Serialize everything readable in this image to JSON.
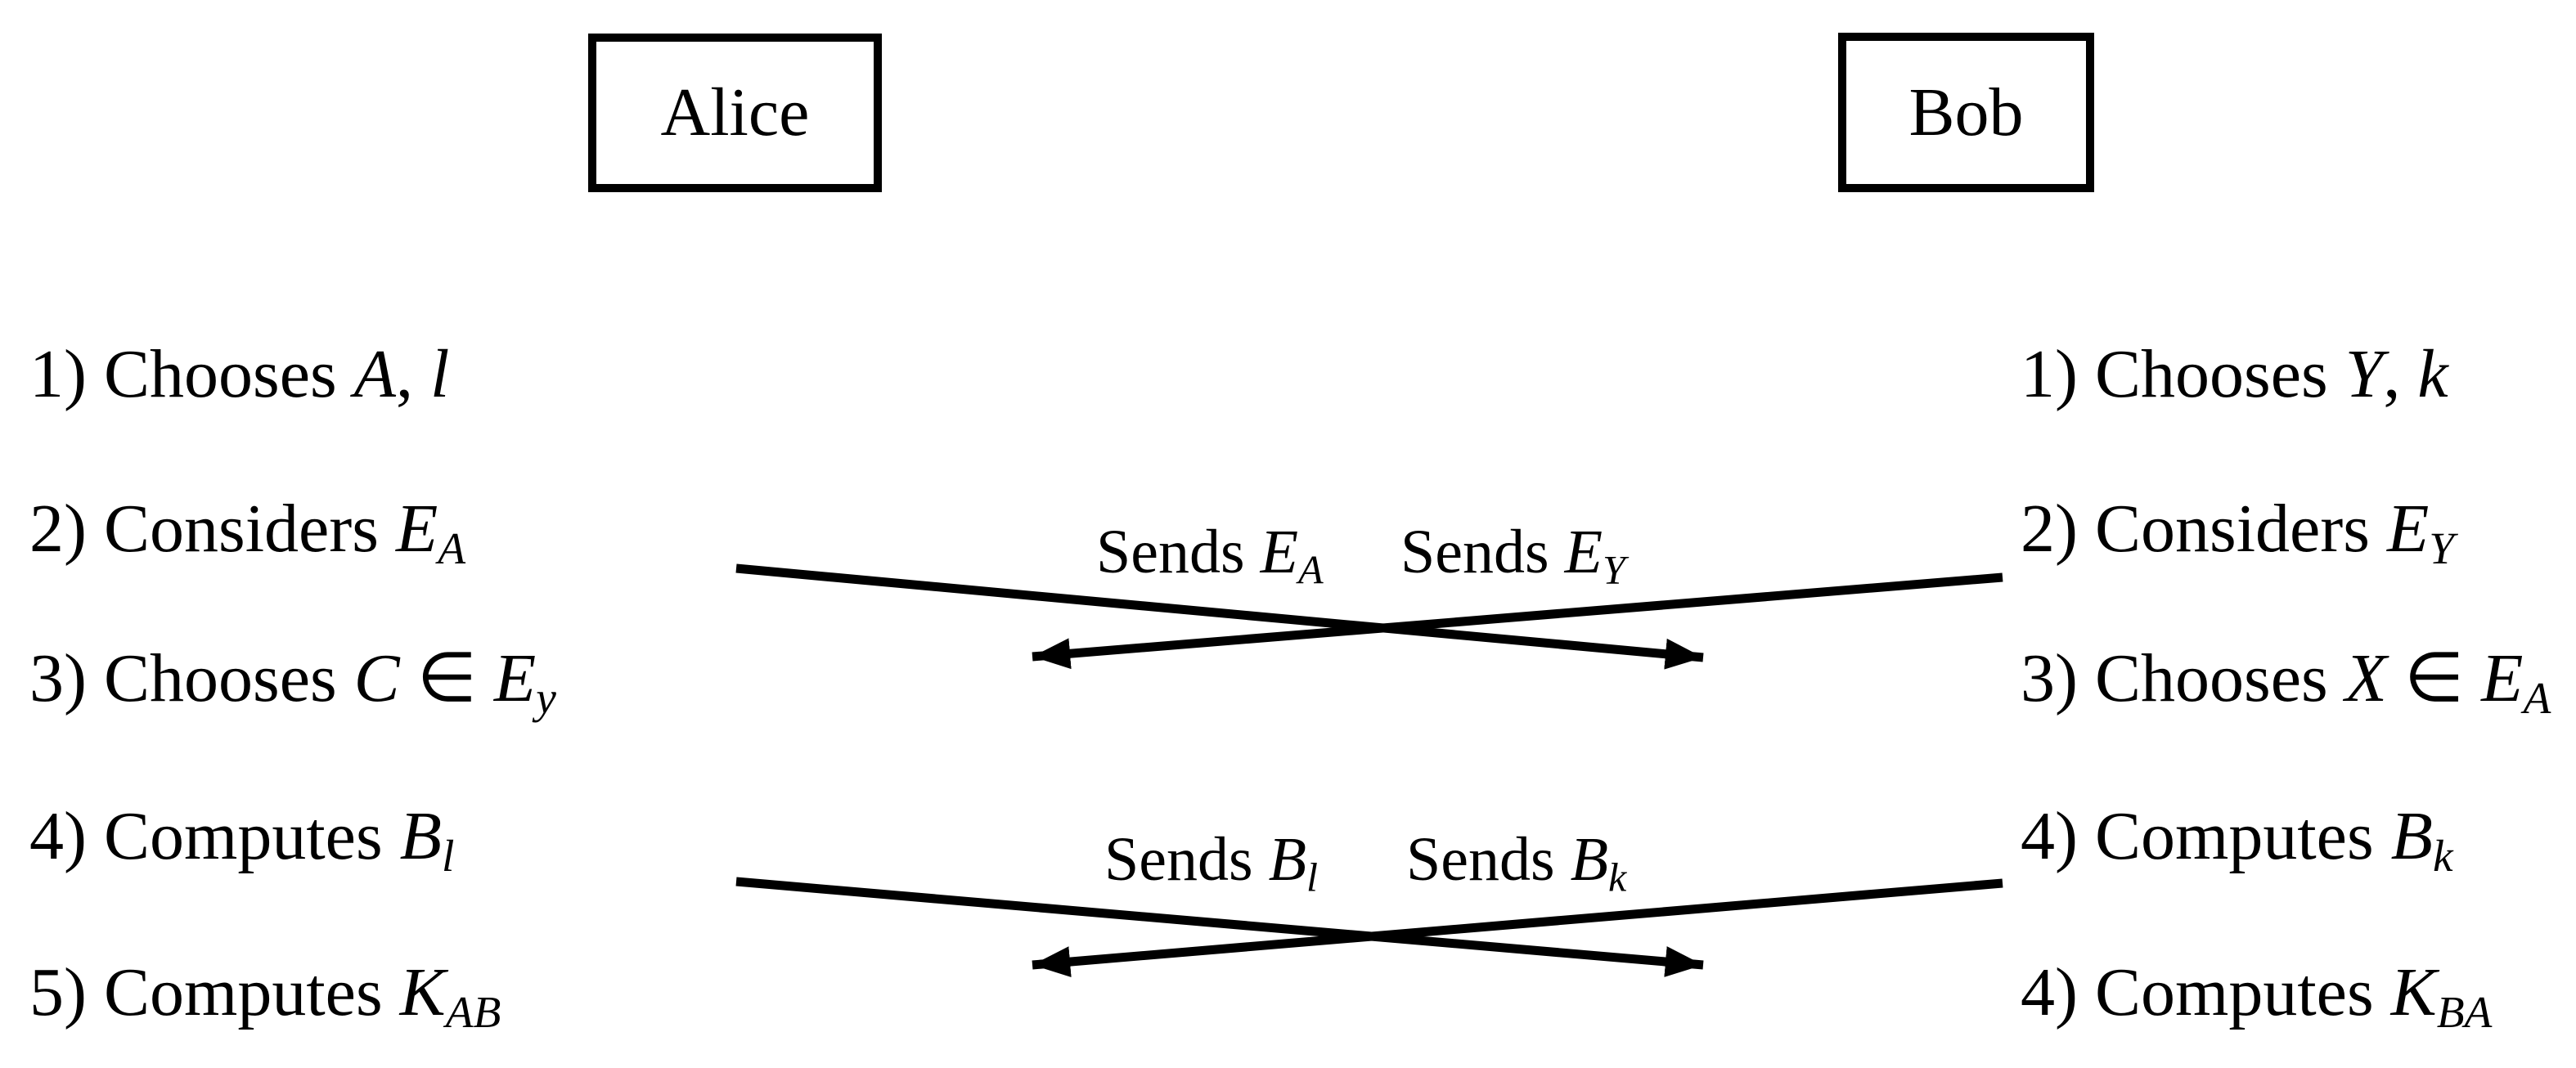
{
  "colors": {
    "ink": "#000000",
    "paper": "#ffffff"
  },
  "boxes": {
    "alice": "Alice",
    "bob": "Bob"
  },
  "left_steps": [
    {
      "segs": [
        [
          "1) Chooses ",
          "p"
        ],
        [
          "A",
          "i"
        ],
        [
          ", ",
          "p"
        ],
        [
          "l",
          "i"
        ]
      ]
    },
    {
      "segs": [
        [
          "2) Considers ",
          "p"
        ],
        [
          "E",
          "i"
        ],
        [
          "A",
          "is"
        ]
      ]
    },
    {
      "segs": [
        [
          "3) Chooses ",
          "p"
        ],
        [
          "C",
          "i"
        ],
        [
          " ∈ ",
          "p"
        ],
        [
          "E",
          "i"
        ],
        [
          "y",
          "is"
        ]
      ]
    },
    {
      "segs": [
        [
          "4) Computes ",
          "p"
        ],
        [
          "B",
          "i"
        ],
        [
          "l",
          "is"
        ]
      ]
    },
    {
      "segs": [
        [
          "5) Computes ",
          "p"
        ],
        [
          "K",
          "i"
        ],
        [
          "AB",
          "is"
        ]
      ]
    }
  ],
  "right_steps": [
    {
      "segs": [
        [
          "1) Chooses ",
          "p"
        ],
        [
          "Y",
          "i"
        ],
        [
          ", ",
          "p"
        ],
        [
          "k",
          "i"
        ]
      ]
    },
    {
      "segs": [
        [
          "2) Considers ",
          "p"
        ],
        [
          "E",
          "i"
        ],
        [
          "Y",
          "is"
        ]
      ]
    },
    {
      "segs": [
        [
          "3) Chooses ",
          "p"
        ],
        [
          "X",
          "i"
        ],
        [
          " ∈ ",
          "p"
        ],
        [
          "E",
          "i"
        ],
        [
          "A",
          "is"
        ]
      ]
    },
    {
      "segs": [
        [
          "4) Computes ",
          "p"
        ],
        [
          "B",
          "i"
        ],
        [
          "k",
          "is"
        ]
      ]
    },
    {
      "segs": [
        [
          "4) Computes ",
          "p"
        ],
        [
          "K",
          "i"
        ],
        [
          "BA",
          "is"
        ]
      ]
    }
  ],
  "messages": [
    {
      "labels": [
        {
          "segs": [
            [
              "Sends ",
              "p"
            ],
            [
              "E",
              "i"
            ],
            [
              "A",
              "is"
            ]
          ]
        },
        {
          "segs": [
            [
              "Sends ",
              "p"
            ],
            [
              "E",
              "i"
            ],
            [
              "Y",
              "is"
            ]
          ]
        }
      ]
    },
    {
      "labels": [
        {
          "segs": [
            [
              "Sends ",
              "p"
            ],
            [
              "B",
              "i"
            ],
            [
              "l",
              "is"
            ]
          ]
        },
        {
          "segs": [
            [
              "Sends ",
              "p"
            ],
            [
              "B",
              "i"
            ],
            [
              "k",
              "is"
            ]
          ]
        }
      ]
    }
  ]
}
